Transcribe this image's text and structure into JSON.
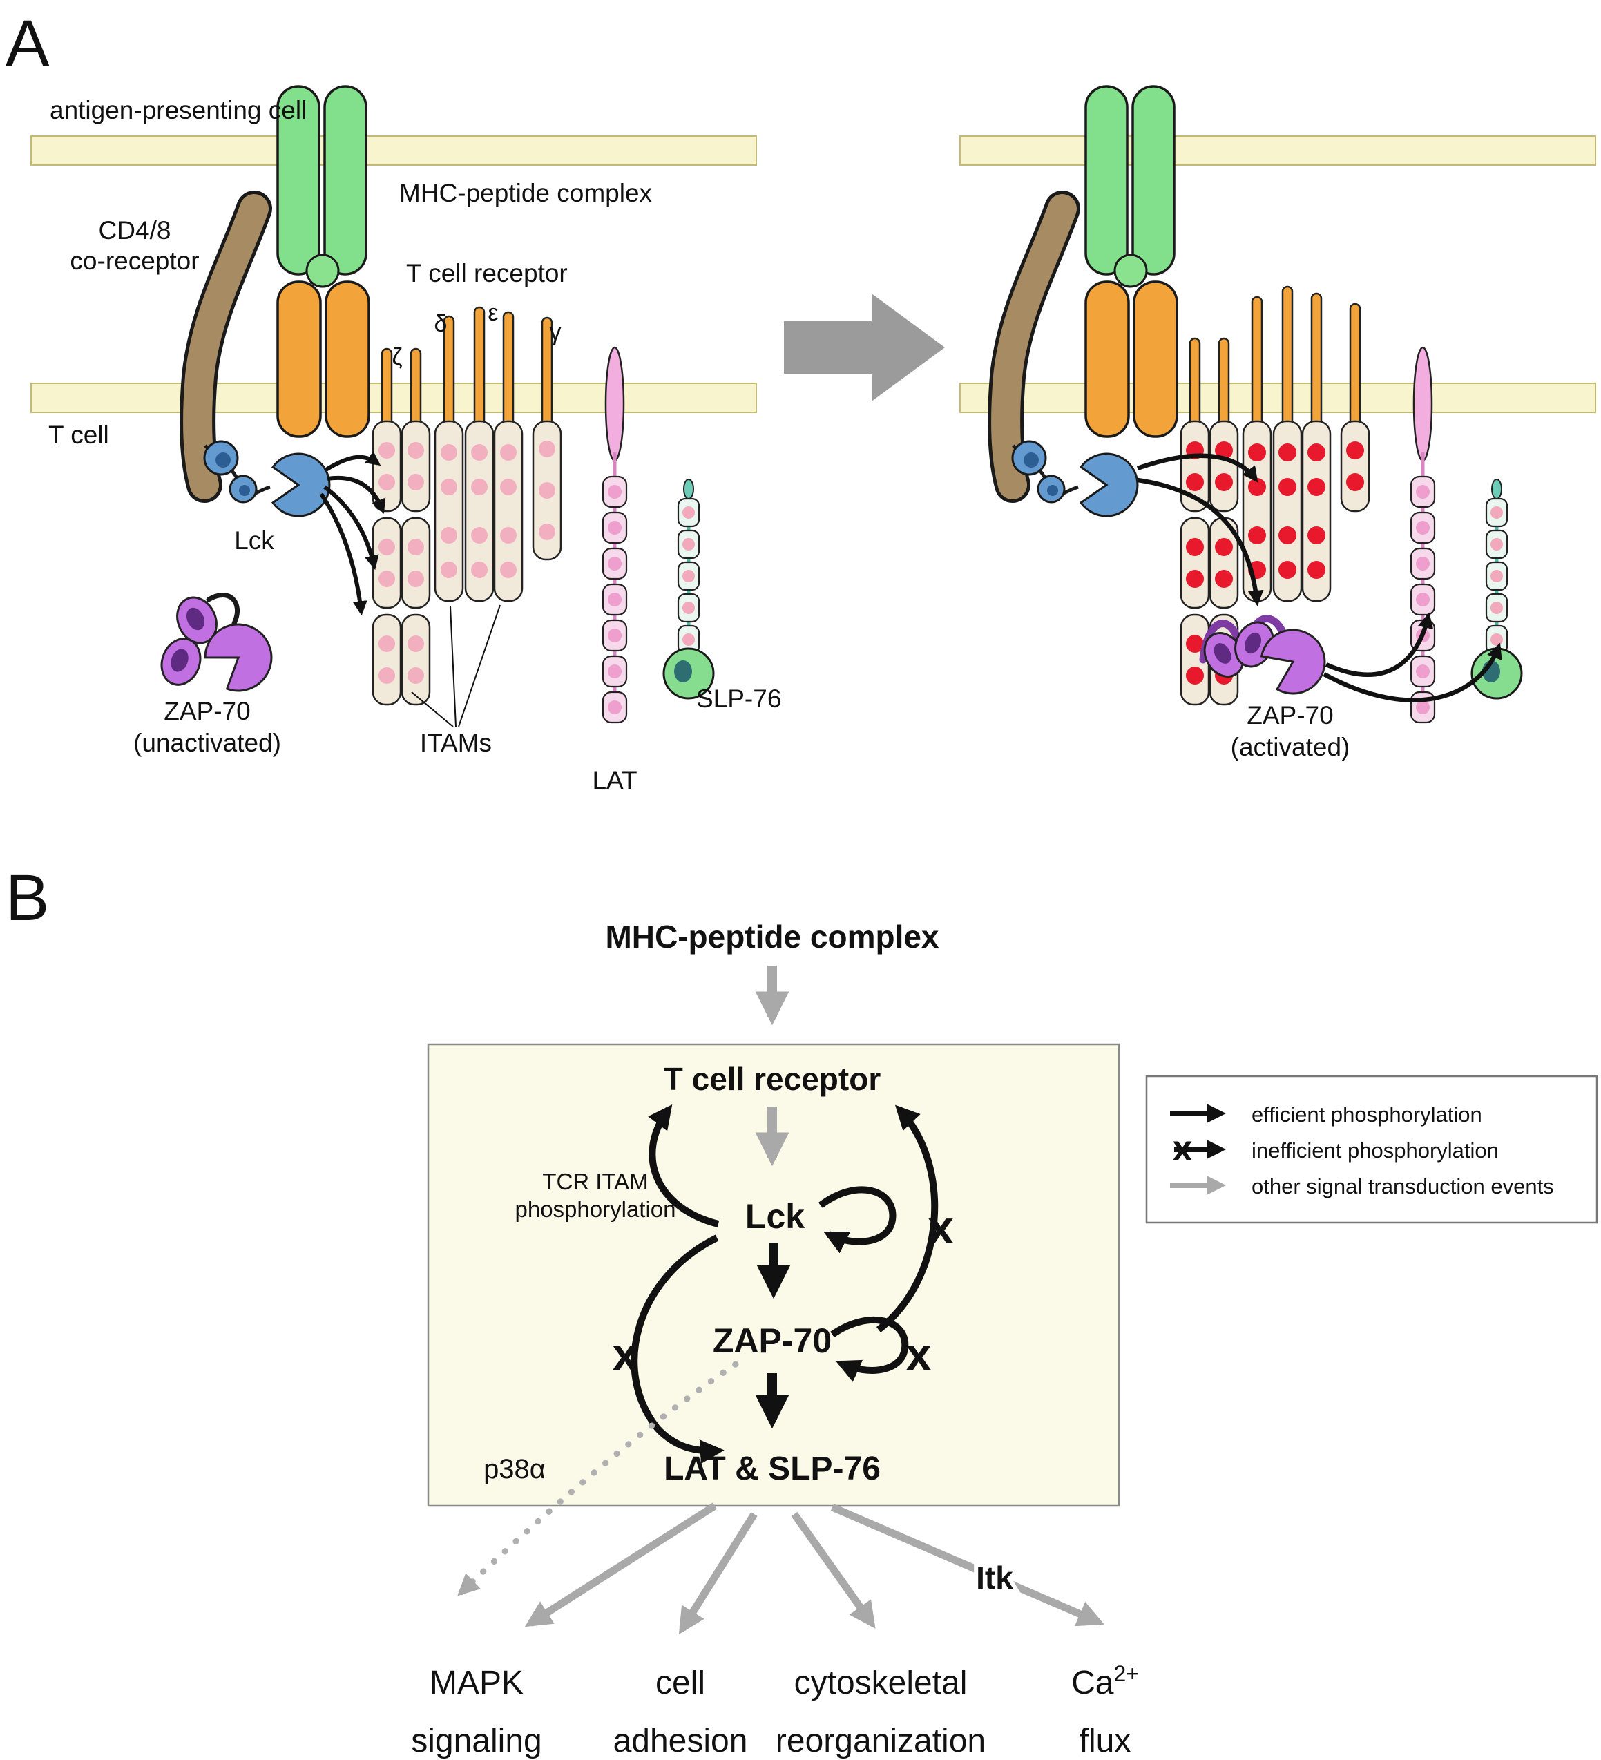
{
  "figure": {
    "panel_a": {
      "label": "A",
      "labels": {
        "apc": "antigen-presenting cell",
        "mhc": "MHC-peptide complex",
        "cd48_1": "CD4/8",
        "cd48_2": "co-receptor",
        "tcr": "T cell receptor",
        "tcell": "T cell",
        "zeta": "ζ",
        "delta": "δ",
        "epsilon": "ε",
        "gamma": "γ",
        "lck": "Lck",
        "zap70_unact_1": "ZAP-70",
        "zap70_unact_2": "(unactivated)",
        "itams": "ITAMs",
        "lat": "LAT",
        "slp76": "SLP-76",
        "zap70_act_1": "ZAP-70",
        "zap70_act_2": "(activated)"
      }
    },
    "panel_b": {
      "label": "B",
      "nodes": {
        "mhc": "MHC-peptide complex",
        "tcr": "T cell receptor",
        "tcr_itam_1": "TCR ITAM",
        "tcr_itam_2": "phosphorylation",
        "lck": "Lck",
        "zap70": "ZAP-70",
        "lat_slp76": "LAT & SLP-76",
        "p38a": "p38α",
        "itk": "Itk",
        "x": "x"
      },
      "legend": {
        "efficient": "efficient phosphorylation",
        "inefficient": "inefficient phosphorylation",
        "other": "other signal transduction events",
        "x": "x"
      },
      "outputs": {
        "o1a": "MAPK",
        "o1b": "signaling",
        "o2a": "cell",
        "o2b": "adhesion",
        "o3a": "cytoskeletal",
        "o3b": "reorganization",
        "o4a": "Ca",
        "o4sup": "2+",
        "o4b": "flux"
      }
    },
    "colors": {
      "membrane": "#f8f4cd",
      "mhc_green": "#82df8b",
      "tcr_orange": "#f2a43a",
      "coreceptor_brown": "#a78c63",
      "lck_blue": "#639ad0",
      "zap70_purple": "#c070e0",
      "lat_pink": "#f2aede",
      "slp76_teal": "#5fc4ad",
      "phospho_red": "#e8192c",
      "unphospho_pink": "#f2afc0",
      "arrow_gray": "#a9a9a9",
      "x_red": "#ee3a1c",
      "lck_text_blue": "#74aadf",
      "zap70_text_purple": "#cd84ea",
      "itk_green": "#71bf2e"
    }
  }
}
